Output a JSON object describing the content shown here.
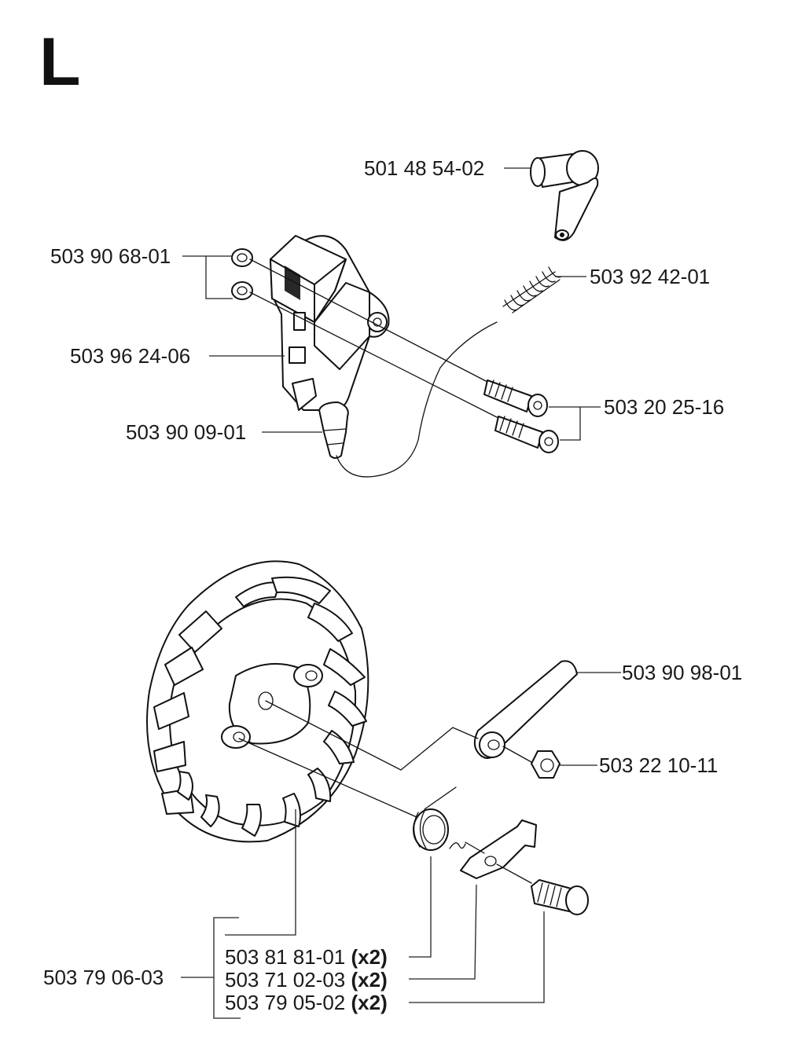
{
  "section_letter": "L",
  "parts": {
    "stop_switch": "501 48 54-02",
    "washer": "503 90 68-01",
    "spring": "503 92 42-01",
    "ignition_module": "503 96 24-06",
    "screw_module": "503 20 25-16",
    "spark_plug_boot": "503 90 09-01",
    "flywheel_clip": "503 90 98-01",
    "nut": "503 22 10-11",
    "flywheel": "503 79 06-03",
    "pawl_spring": "503 81 81-01",
    "pawl": "503 71 02-03",
    "pawl_bolt": "503 79 05-02"
  },
  "quantities": {
    "pawl_spring": "(x2)",
    "pawl": "(x2)",
    "pawl_bolt": "(x2)"
  }
}
